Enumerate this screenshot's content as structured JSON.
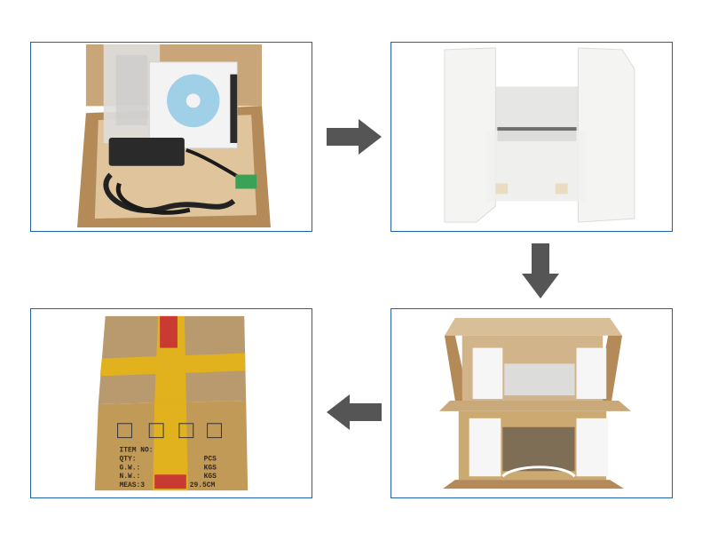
{
  "box_markings": {
    "item_no": "ITEM NO:",
    "qty": "QTY:",
    "pcs": "PCS",
    "gw": "G.W.:",
    "kgs_gw": "KGS",
    "nw": "N.W.:",
    "kgs_nw": "KGS",
    "meas": "MEAS:3",
    "meas_tail": "29.5CM"
  },
  "colors": {
    "panel_border": "#1f5fa8",
    "arrow": "#555555",
    "cardboard": "#b89a6e",
    "tape": "#e1b21d",
    "foam": "#f4f4f2"
  }
}
